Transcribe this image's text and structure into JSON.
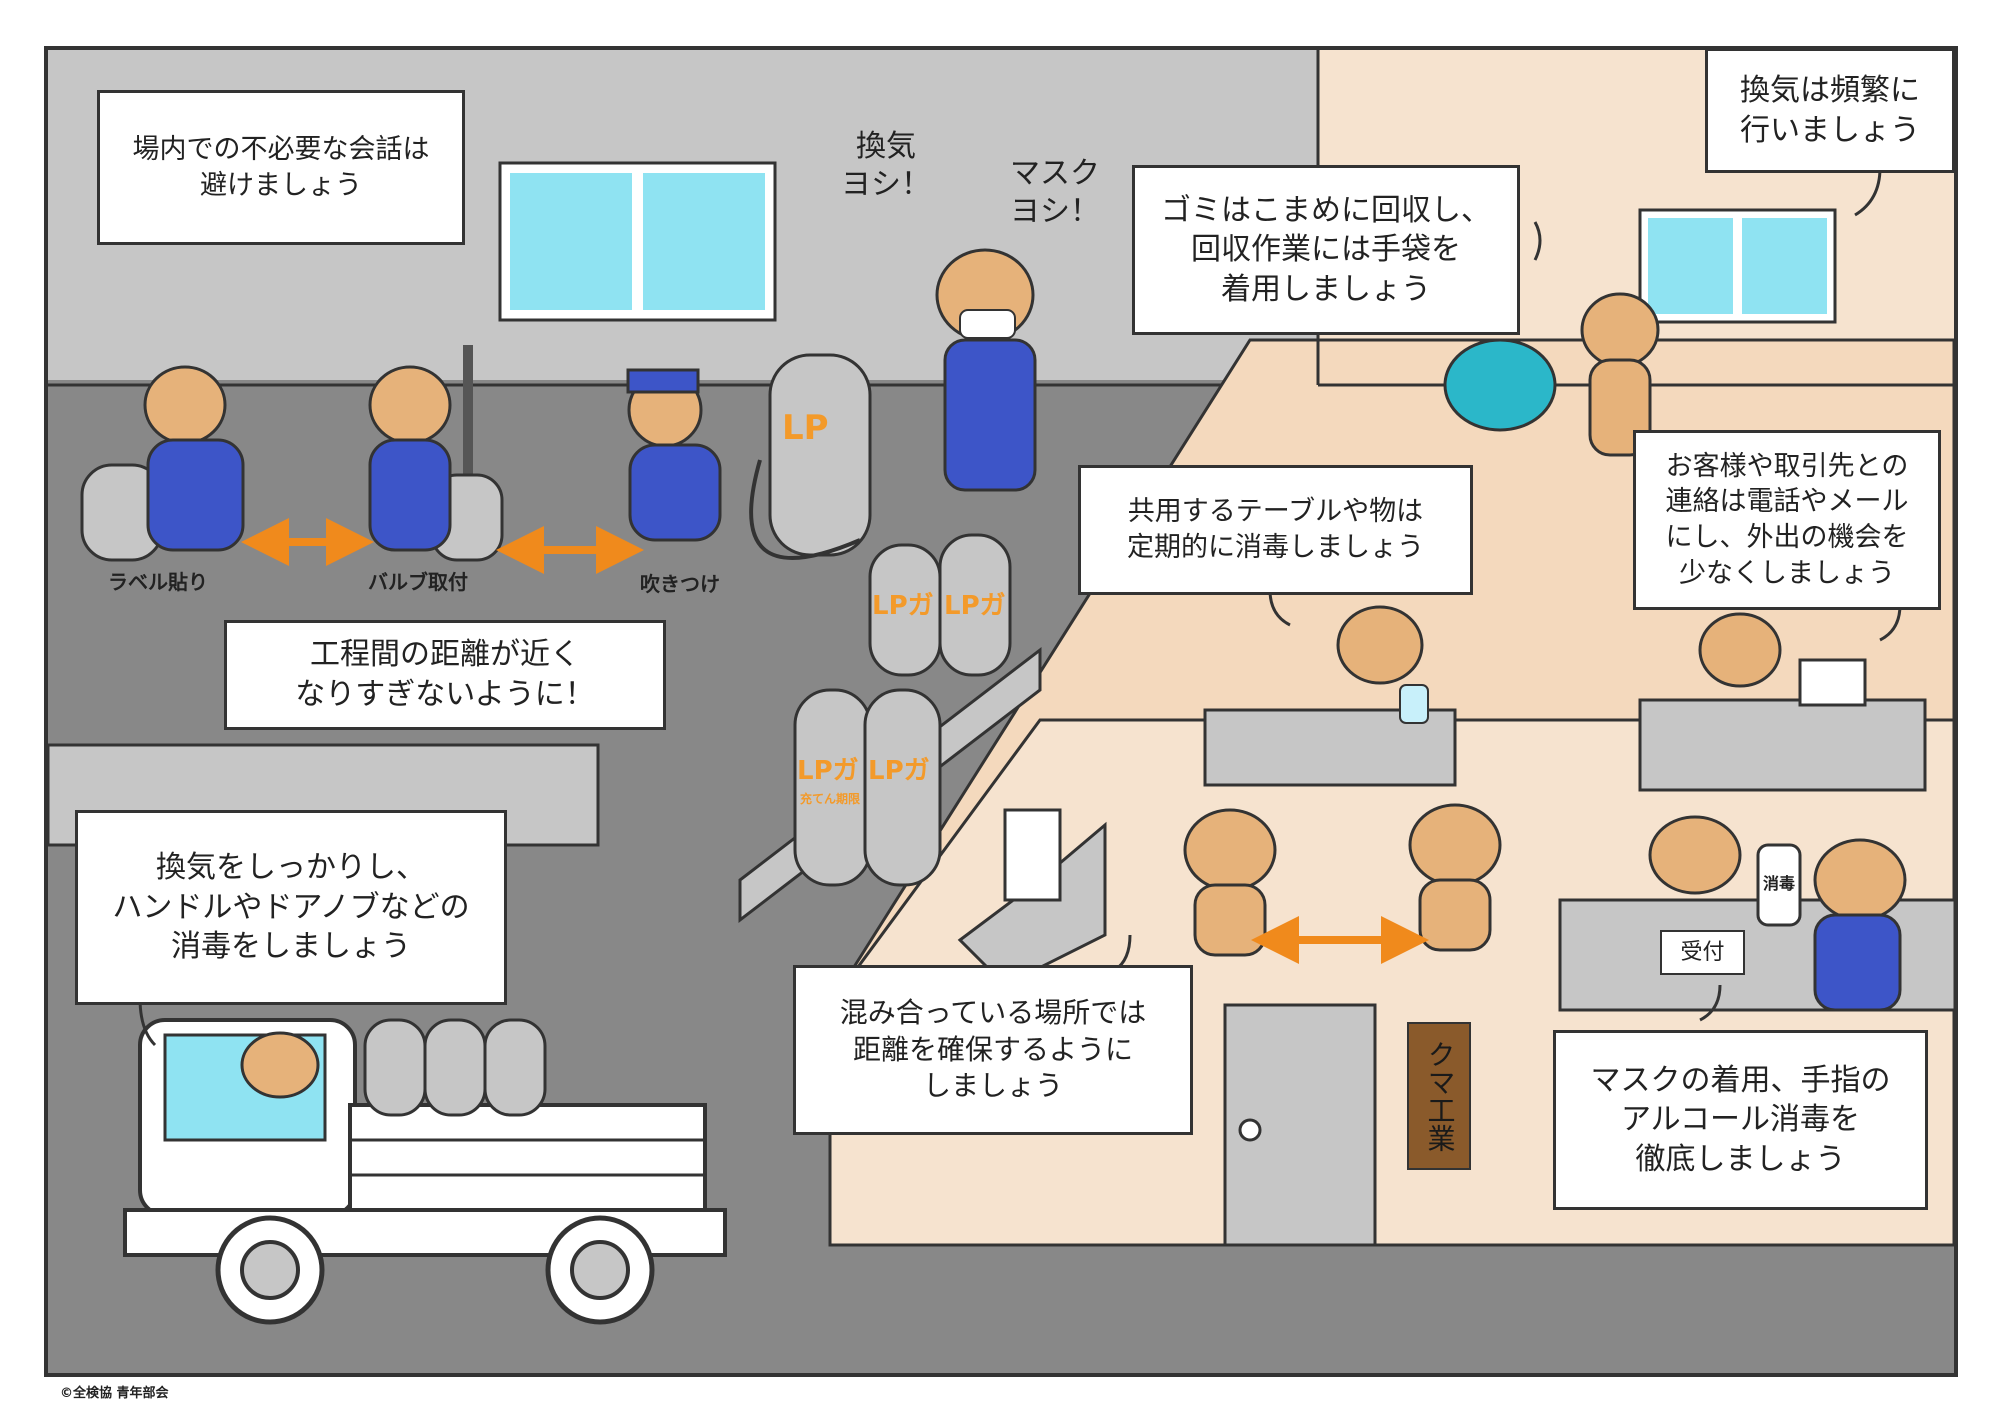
{
  "captions": {
    "conversation": "場内での不必要な会話は\n避けましょう",
    "ventilation_check": "換気\nヨシ！",
    "mask_check": "マスク\nヨシ！",
    "garbage": "ゴミはこまめに回収し、\n回収作業には手袋を\n着用しましょう",
    "ventilate_often": "換気は頻繁に\n行いましょう",
    "process_distance": "工程間の距離が近く\nなりすぎないように！",
    "disinfect_shared": "共用するテーブルや物は\n定期的に消毒しましょう",
    "contact_customers": "お客様や取引先との\n連絡は電話やメール\nにし、外出の機会を\n少なくしましょう",
    "ventilate_handles": "換気をしっかりし、\nハンドルやドアノブなどの\n消毒をしましょう",
    "crowded_places": "混み合っている場所では\n距離を確保するように\nしましょう",
    "mask_hands": "マスクの着用、手指の\nアルコール消毒を\n徹底しましょう"
  },
  "process_labels": {
    "label_affix": "ラベル貼り",
    "valve_attach": "バルブ取付",
    "spray": "吹きつけ"
  },
  "tank_label": "LP",
  "cylinder_labels": {
    "brand": "LPガ",
    "sub": "充てん期限"
  },
  "reception_sign": "受付",
  "disinfect_bottle": "消毒",
  "company_sign": "クマ工業",
  "copyright": "©全検協 青年部会",
  "colors": {
    "warehouse_wall": "#c6c6c6",
    "warehouse_floor": "#888888",
    "office_wall": "#f6e3cf",
    "office_floor": "#f4d9bd",
    "window_glass": "#8fe3f2",
    "worker_uniform": "#3d55c8",
    "bear_fur": "#e6b27a",
    "arrow_orange": "#f08a1c",
    "label_orange": "#f39a2a",
    "bag_blue": "#2bb7c9",
    "sign_brown": "#8a5a2b"
  }
}
